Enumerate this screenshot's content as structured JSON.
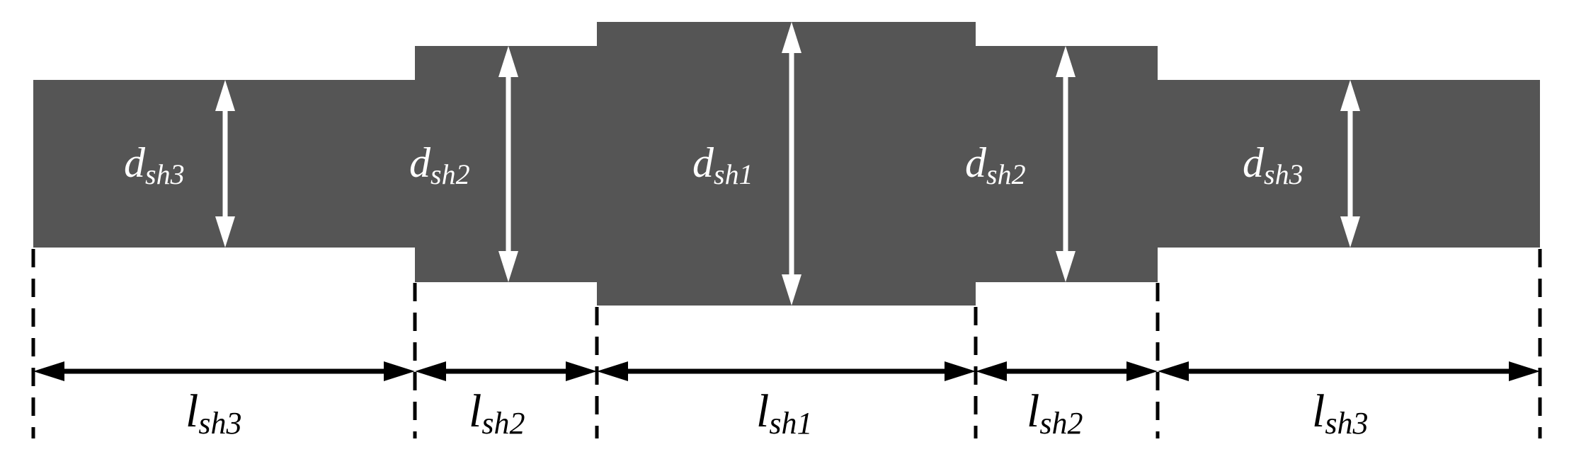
{
  "diameters": [
    {
      "symbol": "d",
      "sub": "sh3"
    },
    {
      "symbol": "d",
      "sub": "sh2"
    },
    {
      "symbol": "d",
      "sub": "sh1"
    },
    {
      "symbol": "d",
      "sub": "sh2"
    },
    {
      "symbol": "d",
      "sub": "sh3"
    }
  ],
  "lengths": [
    {
      "symbol": "l",
      "sub": "sh3"
    },
    {
      "symbol": "l",
      "sub": "sh2"
    },
    {
      "symbol": "l",
      "sub": "sh1"
    },
    {
      "symbol": "l",
      "sub": "sh2"
    },
    {
      "symbol": "l",
      "sub": "sh3"
    }
  ],
  "colors": {
    "shaft": "#555555",
    "inner_arrows": "#ffffff",
    "dimension_lines": "#000000"
  }
}
